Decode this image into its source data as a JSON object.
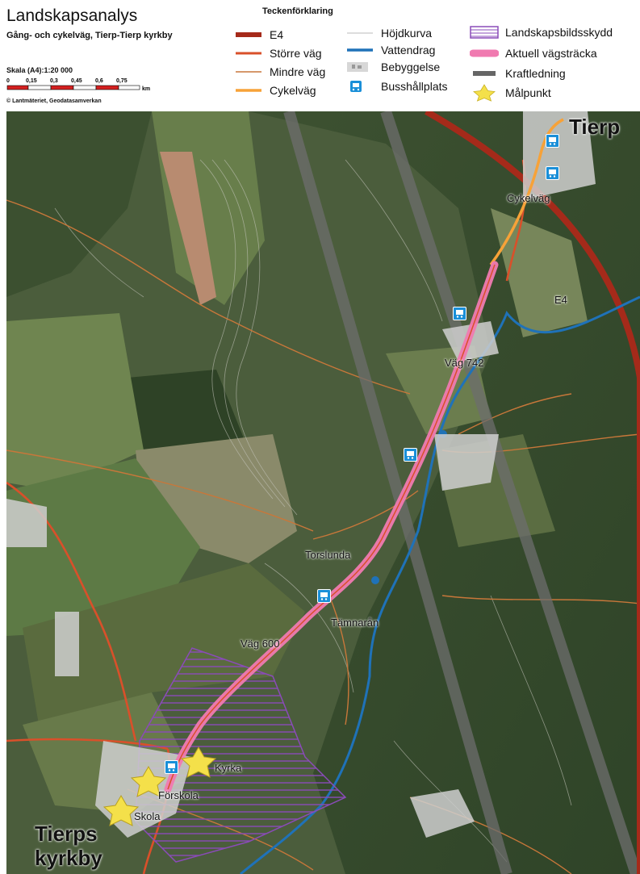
{
  "header": {
    "title": "Landskapsanalys",
    "subtitle": "Gång- och cykelväg, Tierp-Tierp kyrkby",
    "scale_label": "Skala (A4):1:20 000",
    "scale_ticks": [
      "0",
      "0,15",
      "0,3",
      "0,45",
      "0,6",
      "0,75"
    ],
    "scale_unit": "km",
    "credit": "© Lantmäteriet, Geodatasamverkan"
  },
  "legend": {
    "title": "Teckenförklaring",
    "items": [
      {
        "key": "e4",
        "label": "E4",
        "color": "#a52a1a",
        "icon": "thick-line"
      },
      {
        "key": "storre",
        "label": "Större väg",
        "color": "#d9502a",
        "icon": "line"
      },
      {
        "key": "mindre",
        "label": "Mindre väg",
        "color": "#c8773a",
        "icon": "thin-line"
      },
      {
        "key": "cykel",
        "label": "Cykelväg",
        "color": "#f7a238",
        "icon": "line"
      },
      {
        "key": "hojd",
        "label": "Höjdkurva",
        "color": "#c8c8c8",
        "icon": "thin-line"
      },
      {
        "key": "vatten",
        "label": "Vattendrag",
        "color": "#1f72b8",
        "icon": "line"
      },
      {
        "key": "bebygg",
        "label": "Bebyggelse",
        "color": "#cfcfcf",
        "icon": "building-patch"
      },
      {
        "key": "buss",
        "label": "Busshållplats",
        "color": "#1a8fd8",
        "icon": "bus-stop-icon"
      },
      {
        "key": "landskap",
        "label": "Landskapsbildsskydd",
        "color": "#8a4bb8",
        "icon": "hatched-rect"
      },
      {
        "key": "aktuell",
        "label": "Aktuell vägsträcka",
        "color": "#f07ab0",
        "icon": "pink-line"
      },
      {
        "key": "kraft",
        "label": "Kraftledning",
        "color": "#666666",
        "icon": "gray-line"
      },
      {
        "key": "malpunkt",
        "label": "Målpunkt",
        "color": "#f4e04a",
        "icon": "star-icon"
      }
    ]
  },
  "map": {
    "labels": {
      "tierp": "Tierp",
      "cykelvag": "Cykelväg",
      "e4": "E4",
      "vag742": "Väg 742",
      "torslunda": "Torslunda",
      "tamnaran": "Tämnarån",
      "vag600": "Väg 600",
      "kyrka": "Kyrka",
      "forskola": "Förskola",
      "skola": "Skola",
      "tierps": "Tierps",
      "kyrkby": "kyrkby"
    }
  }
}
